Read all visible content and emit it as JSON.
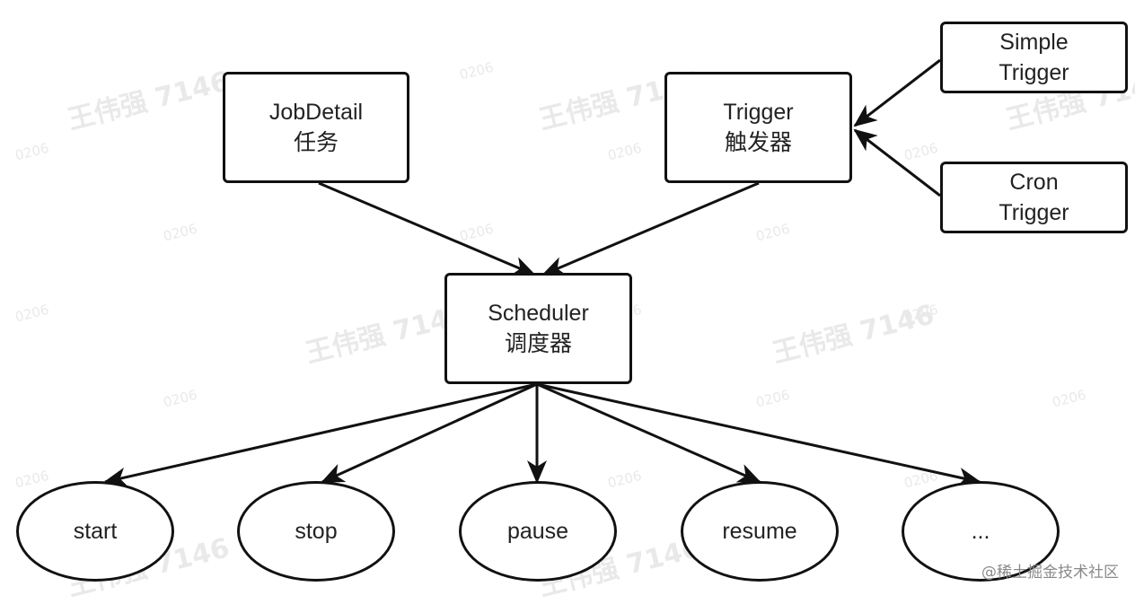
{
  "watermark": {
    "name": "王伟强 7146",
    "date": "0206",
    "handle": "@稀土掘金技术社区"
  },
  "nodes": {
    "jobdetail": {
      "line1": "JobDetail",
      "line2": "任务"
    },
    "trigger": {
      "line1": "Trigger",
      "line2": "触发器"
    },
    "simple_trigger": {
      "line1": "Simple",
      "line2": "Trigger"
    },
    "cron_trigger": {
      "line1": "Cron",
      "line2": "Trigger"
    },
    "scheduler": {
      "line1": "Scheduler",
      "line2": "调度器"
    }
  },
  "actions": [
    "start",
    "stop",
    "pause",
    "resume",
    "..."
  ]
}
